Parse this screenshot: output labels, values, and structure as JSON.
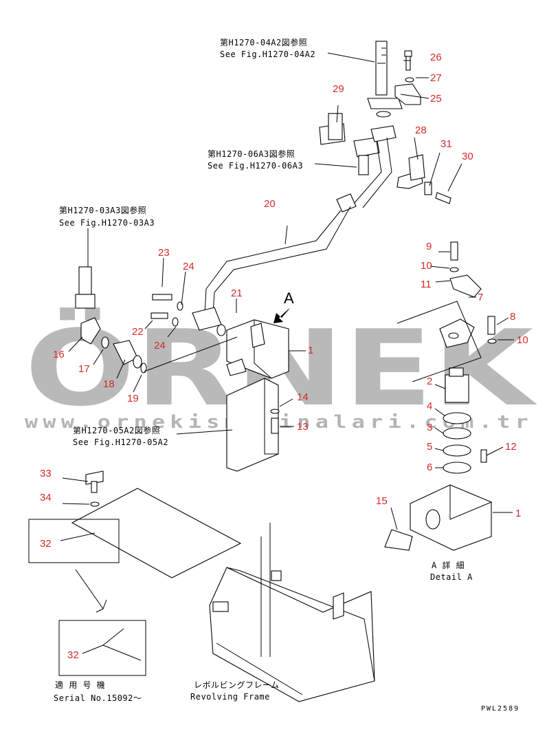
{
  "watermark": {
    "brand": "ÖRNEK",
    "url": "www.ornekismakinalari.com.tr",
    "color": "#b9b9b9"
  },
  "references": {
    "fig_04a2_jp": "第H1270-04A2図参照",
    "fig_04a2_en": "See Fig.H1270-04A2",
    "fig_06a3_jp": "第H1270-06A3図参照",
    "fig_06a3_en": "See Fig.H1270-06A3",
    "fig_03a3_jp": "第H1270-03A3図参照",
    "fig_03a3_en": "See Fig.H1270-03A3",
    "fig_05a2_jp": "第H1270-05A2図参照",
    "fig_05a2_en": "See Fig.H1270-05A2"
  },
  "detail": {
    "arrow_label": "A",
    "title_jp": "A 詳 細",
    "title_en": "Detail A"
  },
  "serial": {
    "jp": "適 用 号 機",
    "en": "Serial No.15092～"
  },
  "frame": {
    "jp": "レボルビングフレーム",
    "en": "Revolving Frame"
  },
  "drawing_code": "PWL2589",
  "part_numbers": {
    "p1a": "1",
    "p1b": "1",
    "p2": "2",
    "p3": "3",
    "p4": "4",
    "p5": "5",
    "p6": "6",
    "p7": "7",
    "p8": "8",
    "p9": "9",
    "p10a": "10",
    "p10b": "10",
    "p11": "11",
    "p12": "12",
    "p13": "13",
    "p14": "14",
    "p15": "15",
    "p16": "16",
    "p17": "17",
    "p18": "18",
    "p19": "19",
    "p20": "20",
    "p21": "21",
    "p22": "22",
    "p23": "23",
    "p24a": "24",
    "p24b": "24",
    "p25": "25",
    "p26": "26",
    "p27": "27",
    "p28": "28",
    "p29": "29",
    "p30": "30",
    "p31": "31",
    "p32a": "32",
    "p32b": "32",
    "p33": "33",
    "p34": "34"
  },
  "colors": {
    "callout": "#d42a2a",
    "line": "#000000"
  }
}
